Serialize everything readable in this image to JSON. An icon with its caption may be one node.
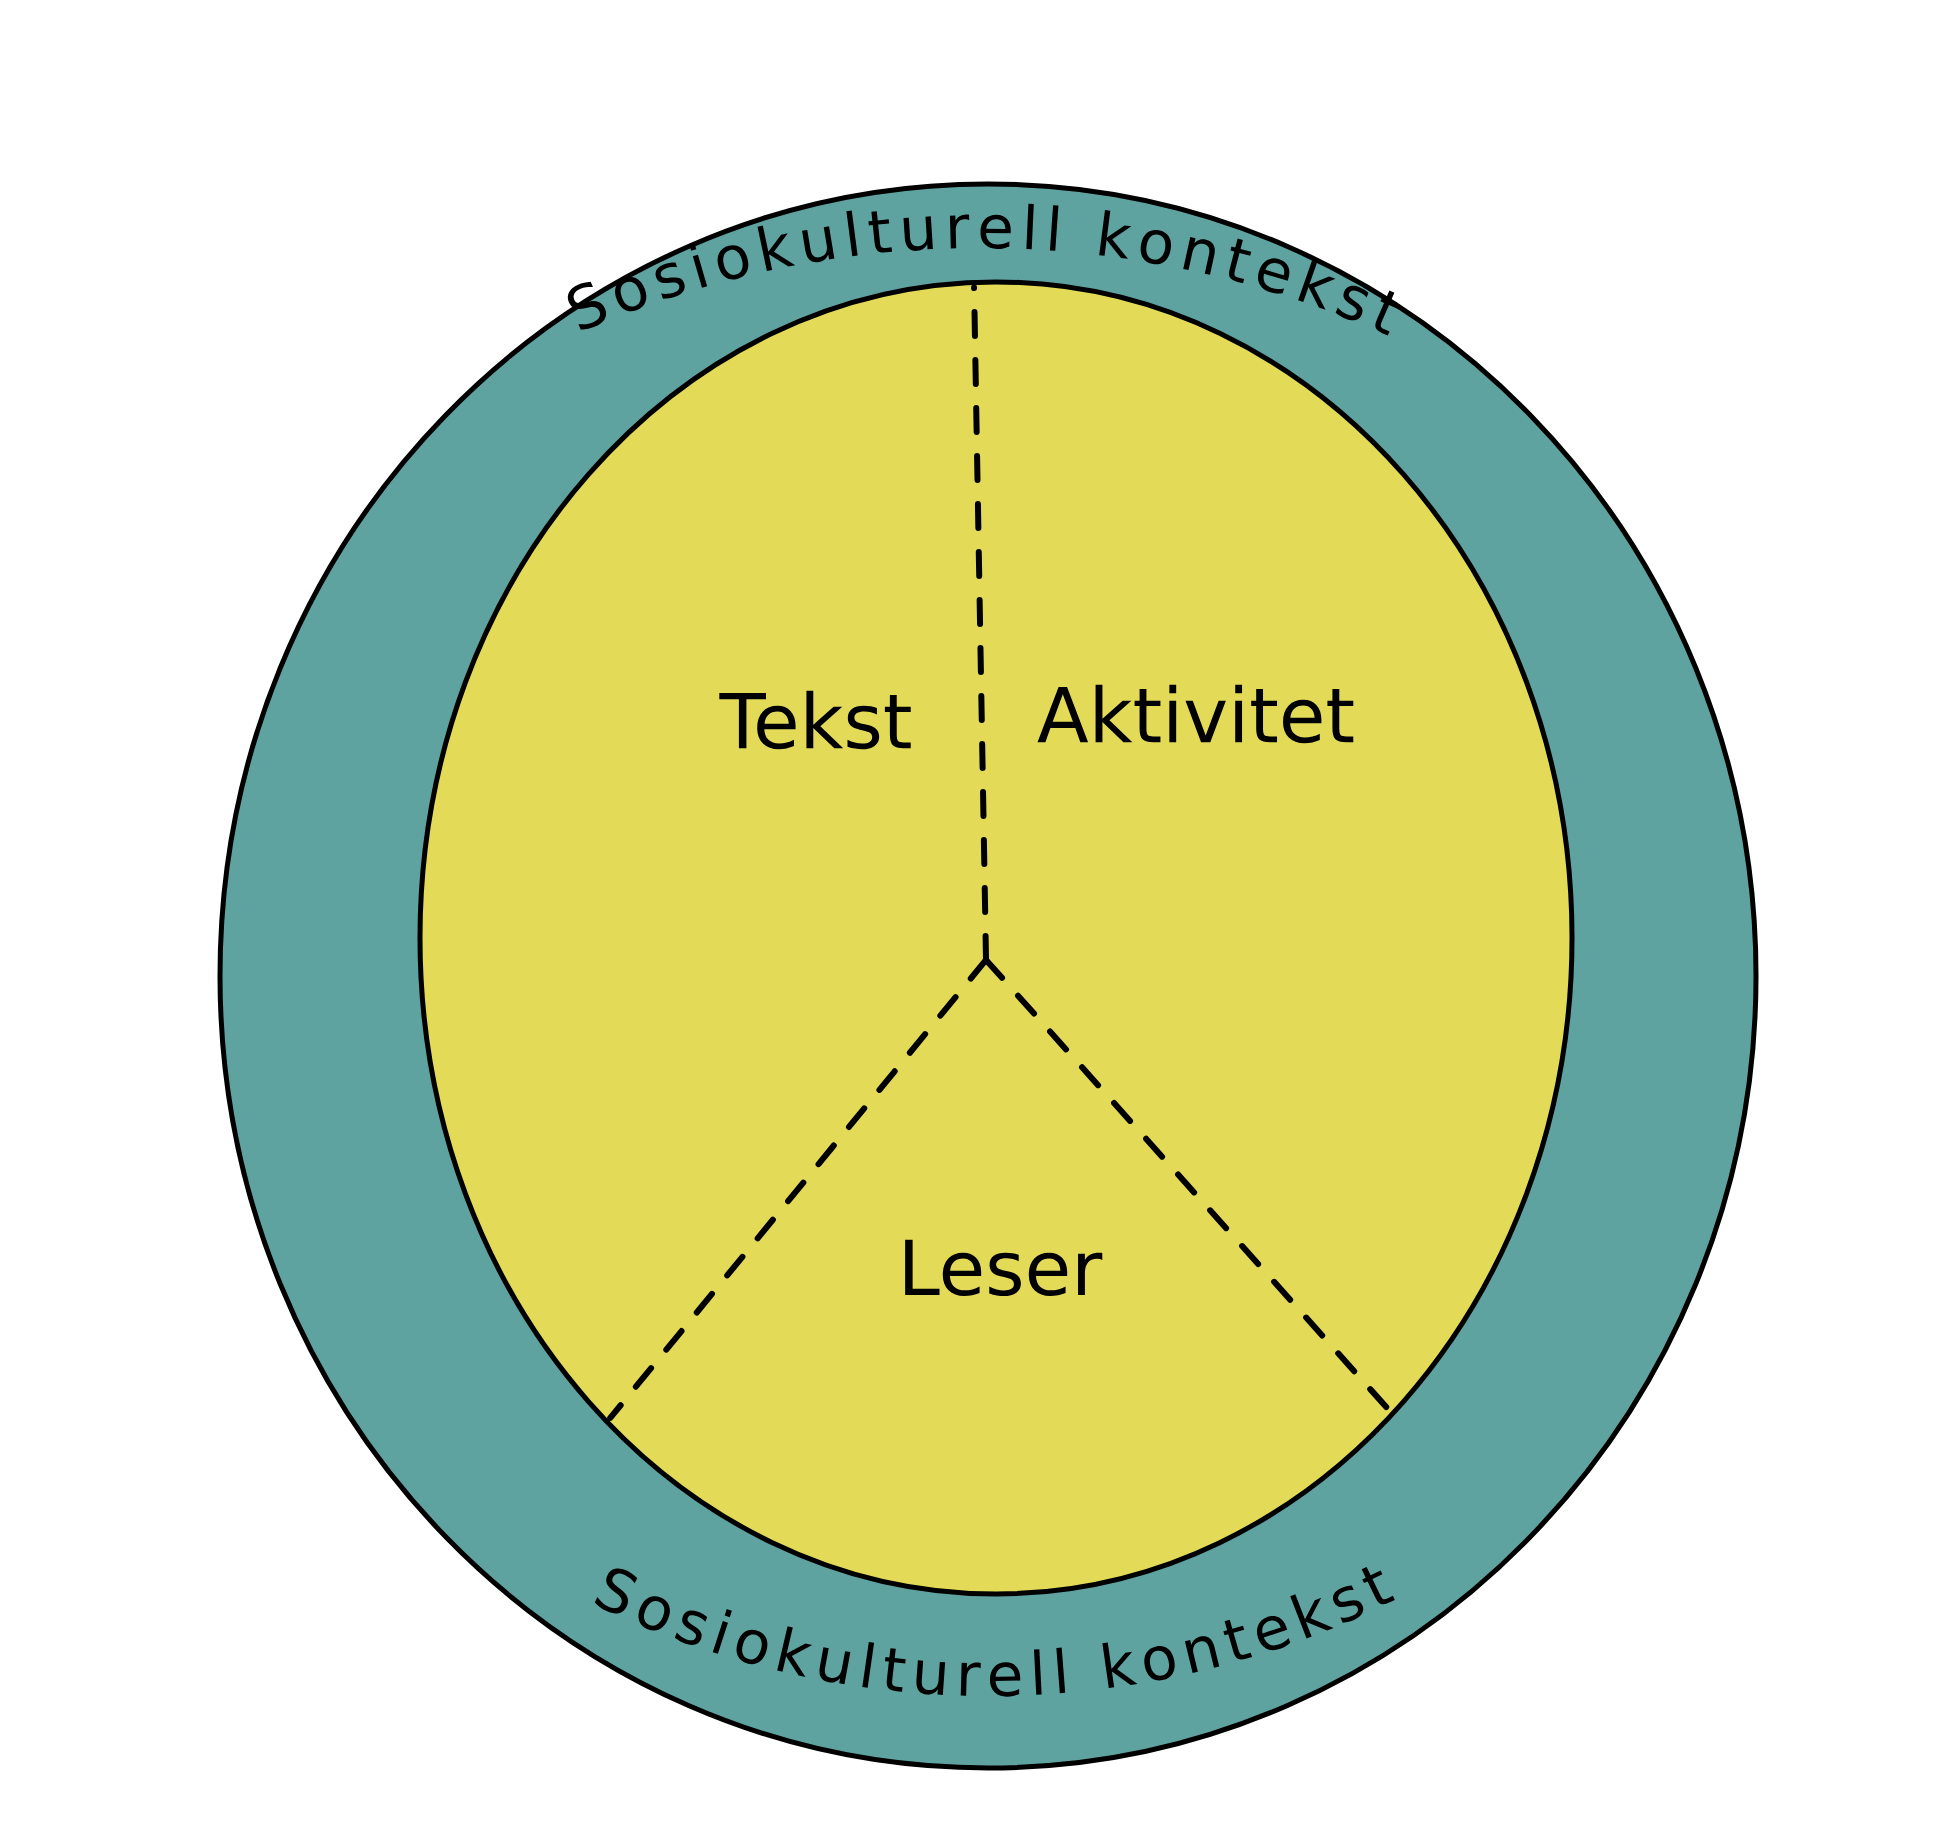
{
  "diagram": {
    "nodes": [
      {
        "text": [
          "Sosiokulturell kontekst",
          "Sosiokulturell kontekst"
        ]
      },
      {
        "text": [],
        "shape": "circle",
        "in": 0
      },
      {
        "text": [
          "Tekst"
        ],
        "in": 1
      },
      {
        "text": [
          "Aktivitet"
        ],
        "in": 1
      },
      {
        "text": [
          "Leser"
        ],
        "in": 1
      }
    ]
  }
}
